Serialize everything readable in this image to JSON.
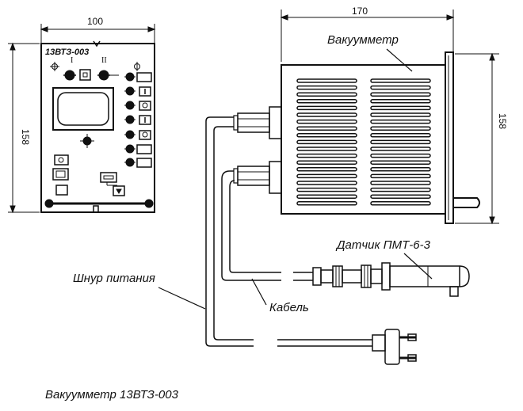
{
  "front_panel": {
    "width_label": "100",
    "height_label": "158",
    "model_label": "13ВТЗ-003",
    "range_labels": [
      "I",
      "II"
    ]
  },
  "side_view": {
    "width_label": "170",
    "height_label": "158",
    "title": "Вакуумметр"
  },
  "labels": {
    "sensor": "Датчик ПМТ-6-3",
    "power_cord": "Шнур питания",
    "cable": "Кабель"
  },
  "caption": "Вакуумметр 13ВТЗ-003",
  "colors": {
    "ink": "#111111",
    "background": "#ffffff"
  }
}
